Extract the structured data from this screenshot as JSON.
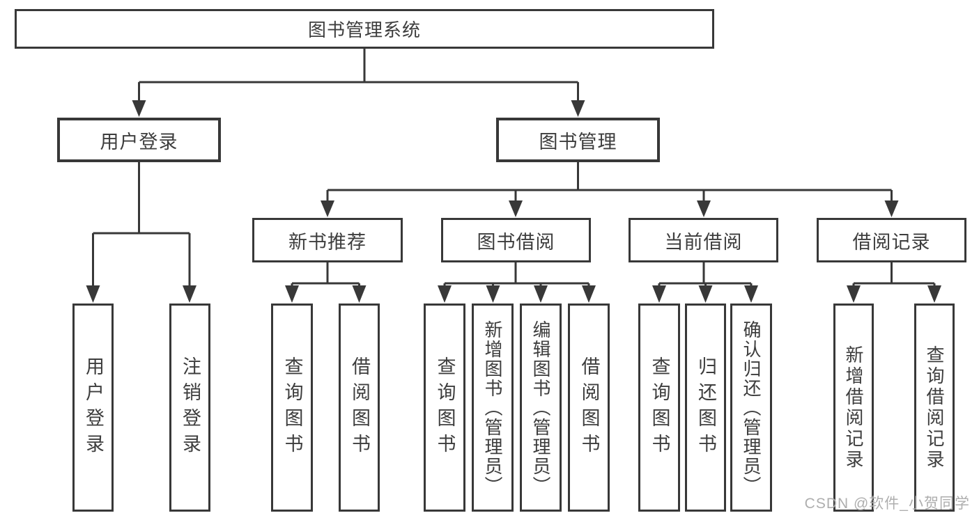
{
  "tree": {
    "root": {
      "label": "图书管理系统"
    },
    "branches": [
      {
        "label": "用户登录",
        "children": [
          {
            "label": "用户登录"
          },
          {
            "label": "注销登录"
          }
        ]
      },
      {
        "label": "图书管理",
        "children": [
          {
            "label": "新书推荐",
            "children": [
              {
                "label": "查询图书"
              },
              {
                "label": "借阅图书"
              }
            ]
          },
          {
            "label": "图书借阅",
            "children": [
              {
                "label": "查询图书"
              },
              {
                "label": "新增图书（管理员）"
              },
              {
                "label": "编辑图书（管理员）"
              },
              {
                "label": "借阅图书"
              }
            ]
          },
          {
            "label": "当前借阅",
            "children": [
              {
                "label": "查询图书"
              },
              {
                "label": "归还图书"
              },
              {
                "label": "确认归还（管理员）"
              }
            ]
          },
          {
            "label": "借阅记录",
            "children": [
              {
                "label": "新增借阅记录"
              },
              {
                "label": "查询借阅记录"
              }
            ]
          }
        ]
      }
    ]
  },
  "watermark": "CSDN @软件_小贺同学",
  "colors": {
    "line": "#383838",
    "box_border": "#383838",
    "text": "#3d3d3d",
    "watermark": "#aeaeae",
    "background": "#ffffff"
  }
}
